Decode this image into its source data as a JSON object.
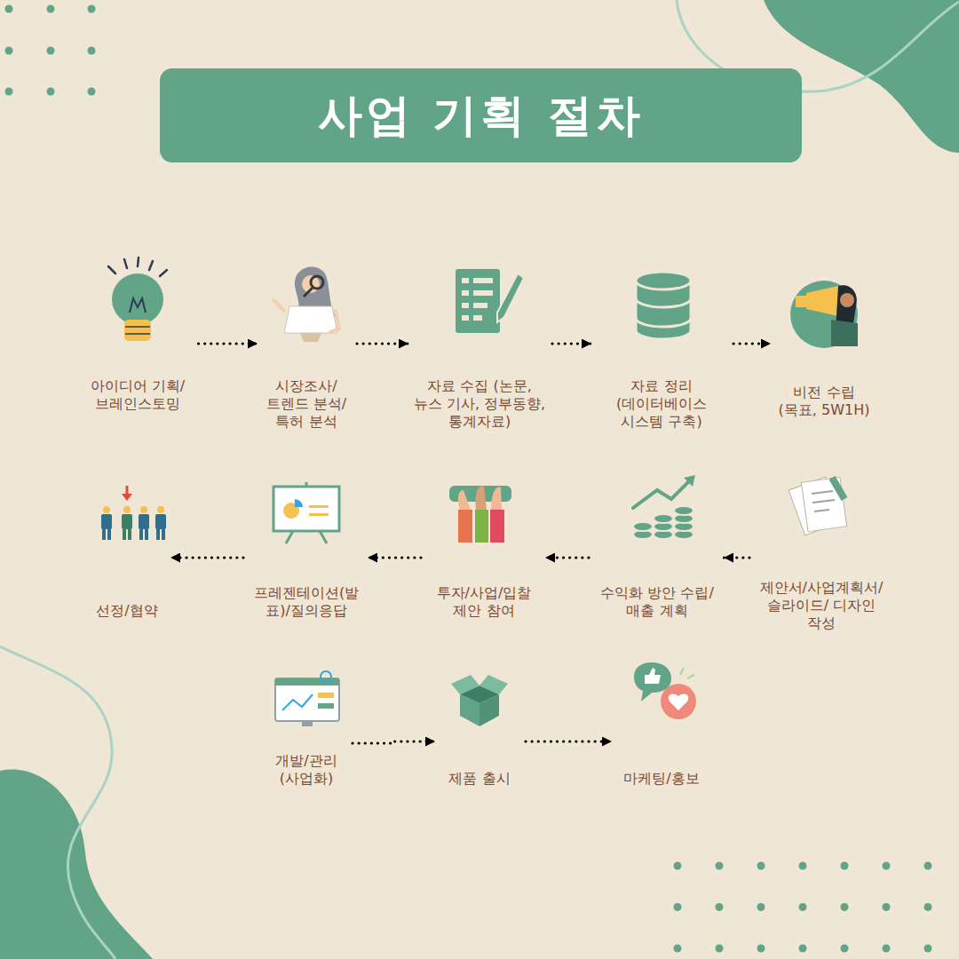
{
  "diagram": {
    "title": "사업 기획 절차",
    "nodes": [
      {
        "text": [
          "아이디어 기획/ 브레인스토밍"
        ]
      },
      {
        "text": [
          "시장조사/ 트렌드 분석/ 특허 분석"
        ]
      },
      {
        "text": [
          "자료 수집 (논문, 뉴스 기사, 정부동향, 통계자료)"
        ]
      },
      {
        "text": [
          "자료 정리 (데이터베이스 시스템 구축)"
        ]
      },
      {
        "text": [
          "비전 수립 (목표, 5W1H)"
        ]
      },
      {
        "text": [
          "제안서/사업계획서/ 슬라이드/ 디자인 작성"
        ]
      },
      {
        "text": [
          "수익화 방안 수립/ 매출 계획"
        ]
      },
      {
        "text": [
          "투자/사업/입찰 제안 참여"
        ]
      },
      {
        "text": [
          "프레젠테이션(발표)/질의응답"
        ]
      },
      {
        "text": [
          "선정/협약"
        ]
      },
      {
        "text": [
          "개발/관리 (사업화)"
        ]
      },
      {
        "text": [
          "제품 출시"
        ]
      },
      {
        "text": [
          "마케팅/홍보"
        ]
      }
    ],
    "edges": [
      {
        "from": 0,
        "to": 1,
        "arrow": "to"
      },
      {
        "from": 1,
        "to": 2,
        "arrow": "to"
      },
      {
        "from": 2,
        "to": 3,
        "arrow": "to"
      },
      {
        "from": 3,
        "to": 4,
        "arrow": "to"
      },
      {
        "from": 5,
        "to": 6,
        "arrow": "to"
      },
      {
        "from": 6,
        "to": 7,
        "arrow": "to"
      },
      {
        "from": 7,
        "to": 8,
        "arrow": "to"
      },
      {
        "from": 8,
        "to": 9,
        "arrow": "to"
      },
      {
        "from": 10,
        "to": 11,
        "arrow": "to"
      },
      {
        "from": 11,
        "to": 12,
        "arrow": "to"
      }
    ]
  }
}
